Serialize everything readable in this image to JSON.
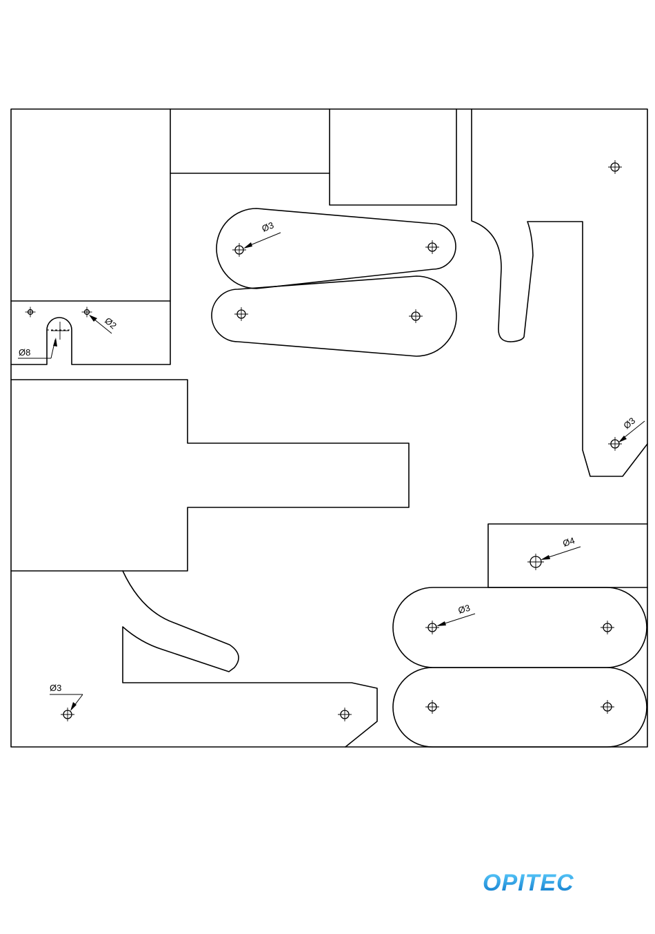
{
  "dimensions": {
    "d3_top": "Ø3",
    "d2": "Ø2",
    "d8": "Ø8",
    "d3_right": "Ø3",
    "d4": "Ø4",
    "d3_bottom_right": "Ø3",
    "d3_bottom_left": "Ø3"
  },
  "logo": {
    "text": "OPITEC",
    "color_top": "#5fd0ff",
    "color_bottom": "#0a74c8"
  }
}
